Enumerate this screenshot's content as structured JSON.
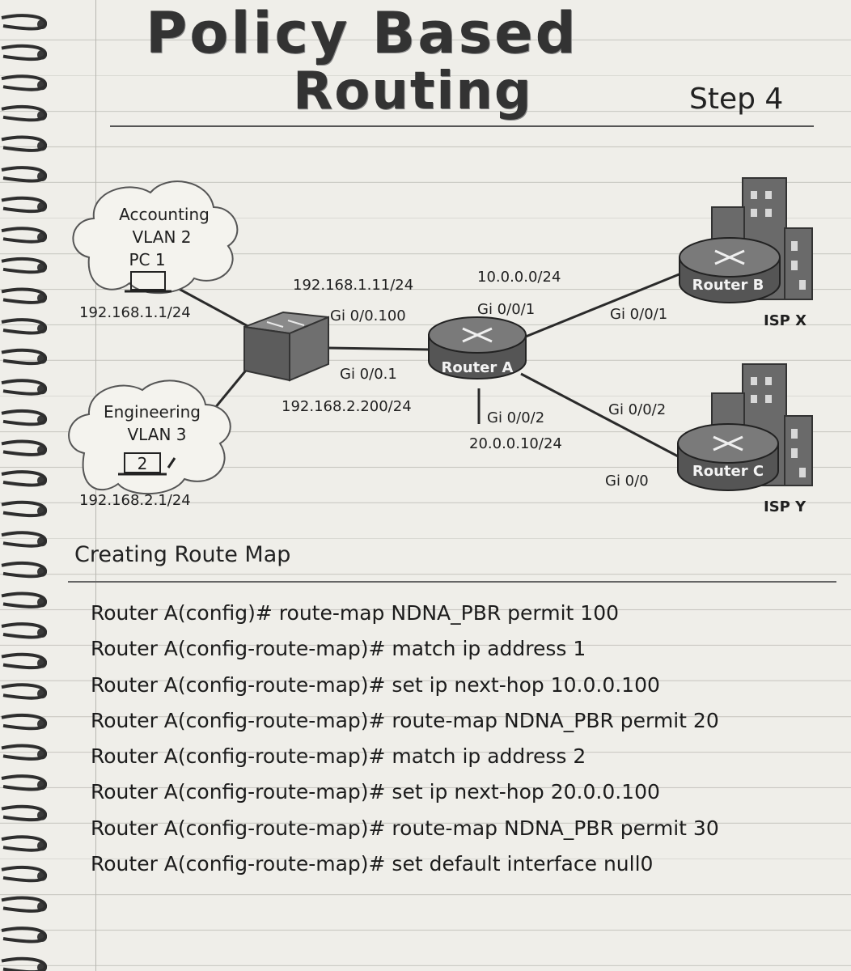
{
  "title": {
    "line1": "Policy Based",
    "line2": "Routing",
    "step": "Step 4"
  },
  "diagram": {
    "vlan2": {
      "name": "Accounting",
      "vlan": "VLAN 2",
      "pc": "PC 1",
      "ip": "192.168.1.1/24"
    },
    "vlan3": {
      "name": "Engineering",
      "vlan": "VLAN 3",
      "pc_badge": "2",
      "ip": "192.168.2.1/24"
    },
    "switch_links": {
      "sub100_ip": "192.168.1.11/24",
      "sub100_if": "Gi 0/0.100",
      "sub1_if": "Gi 0/0.1",
      "sub1_ip": "192.168.2.200/24"
    },
    "router_a": {
      "label": "Router A",
      "net_top": "10.0.0.0/24",
      "if_top": "Gi 0/0/1",
      "if_bottom": "Gi 0/0/2",
      "net_bottom": "20.0.0.10/24"
    },
    "router_b": {
      "label": "Router B",
      "if": "Gi 0/0/1",
      "isp": "ISP X"
    },
    "router_c": {
      "label": "Router C",
      "if_top": "Gi 0/0/2",
      "if_bottom": "Gi 0/0",
      "isp": "ISP Y"
    }
  },
  "section": {
    "title": "Creating Route Map"
  },
  "commands": [
    "Router A(config)# route-map NDNA_PBR permit 100",
    "Router A(config-route-map)# match ip address 1",
    "Router A(config-route-map)# set ip next-hop 10.0.0.100",
    "Router A(config-route-map)# route-map NDNA_PBR permit 20",
    "Router A(config-route-map)# match ip address 2",
    "Router A(config-route-map)# set ip next-hop 20.0.0.100",
    "Router A(config-route-map)# route-map NDNA_PBR permit 30",
    "Router A(config-route-map)# set default interface null0"
  ],
  "colors": {
    "paper": "#efeee9",
    "ink": "#1f1f1f",
    "device": "#6a6a6a",
    "line": "#2a2a2a"
  }
}
